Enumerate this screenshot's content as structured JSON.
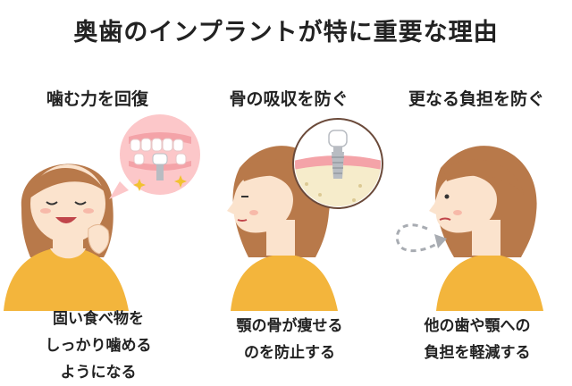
{
  "title": "奥歯のインプラントが特に重要な理由",
  "columns": [
    {
      "heading": "噛む力を回復",
      "caption_lines": [
        "固い食べ物を",
        "しっかり噛める",
        "ようになる"
      ]
    },
    {
      "heading": "骨の吸収を防ぐ",
      "caption_lines": [
        "顎の骨が痩せる",
        "のを防止する"
      ]
    },
    {
      "heading": "更なる負担を防ぐ",
      "caption_lines": [
        "他の歯や顎への",
        "負担を軽減する"
      ]
    }
  ],
  "colors": {
    "hair": "#b8794a",
    "skin": "#fbe3cd",
    "shirt": "#f3b53c",
    "gum": "#f4a3a8",
    "bubble_pink": "#fcc7c9",
    "bone": "#f6eccb",
    "implant": "#b8bcc2",
    "sparkle": "#f2c230"
  }
}
